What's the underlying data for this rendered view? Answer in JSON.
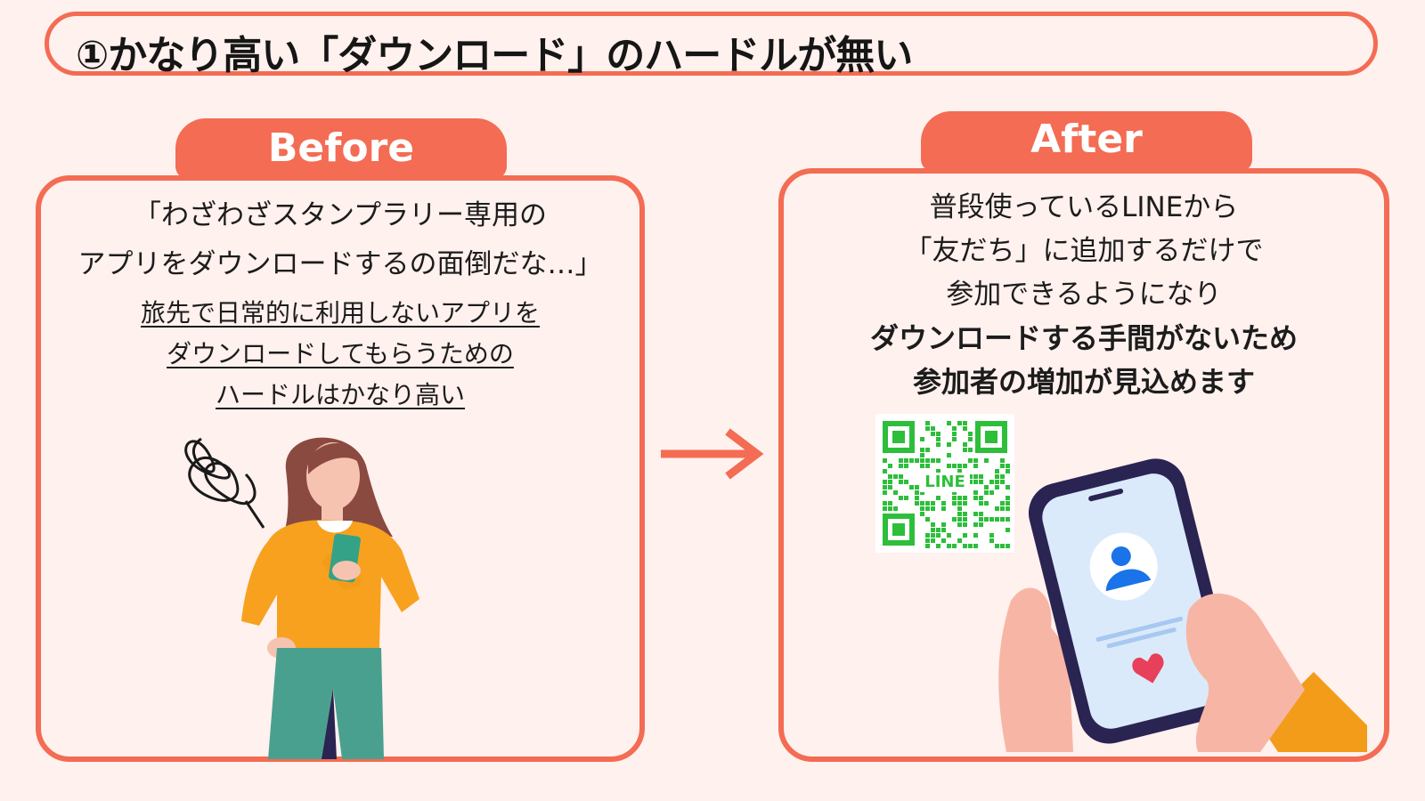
{
  "title": "①かなり高い「ダウンロード」のハードルが無い",
  "before": {
    "tab_label": "Before",
    "quote_lines": [
      "「わざわざスタンプラリー専用の",
      "アプリをダウンロードするの面倒だな…」"
    ],
    "note_lines": [
      "旅先で日常的に利用しないアプリを",
      "ダウンロードしてもらうための",
      "ハードルはかなり高い"
    ]
  },
  "after": {
    "tab_label": "After",
    "lines": [
      "普段使っているLINEから",
      "「友だち」に追加するだけで",
      "参加できるようになり"
    ],
    "bold_lines": [
      "ダウンロードする手間がないため",
      "参加者の増加が見込めます"
    ],
    "qr_label": "LINE"
  },
  "colors": {
    "accent": "#f36c53",
    "background": "#fff1ee",
    "line_green": "#2dbe3a"
  }
}
